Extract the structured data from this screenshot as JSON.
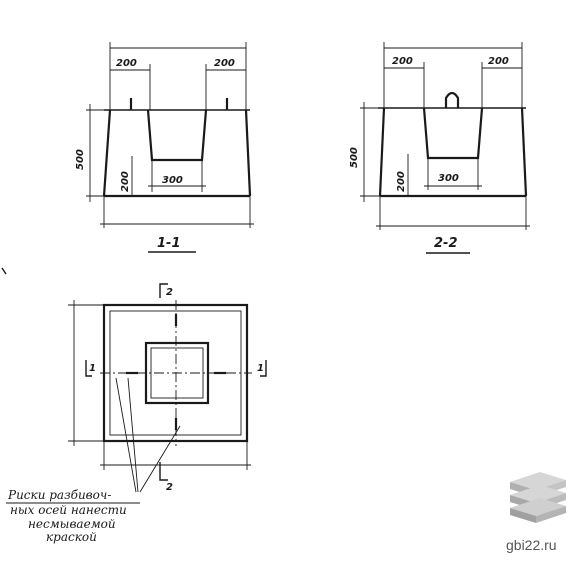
{
  "section_1": {
    "dim_top_left": "200",
    "dim_top_right": "200",
    "dim_height": "500",
    "dim_inner_height": "200",
    "dim_bottom": "300",
    "title": "1-1"
  },
  "section_2": {
    "dim_top_left": "200",
    "dim_top_right": "200",
    "dim_height": "500",
    "dim_inner_height": "200",
    "dim_bottom": "300",
    "title": "2-2"
  },
  "plan": {
    "cut_top": "2",
    "cut_bottom": "2",
    "cut_left": "1",
    "cut_right": "1"
  },
  "note": {
    "line1": "Риски разбивоч-",
    "line2": "ных осей нанести",
    "line3": "несмываемой",
    "line4": "краской"
  },
  "watermark": {
    "site": "gbi22.ru"
  },
  "colors": {
    "ink": "#1a1a1a",
    "logo_gray": "#b8b8b8"
  }
}
